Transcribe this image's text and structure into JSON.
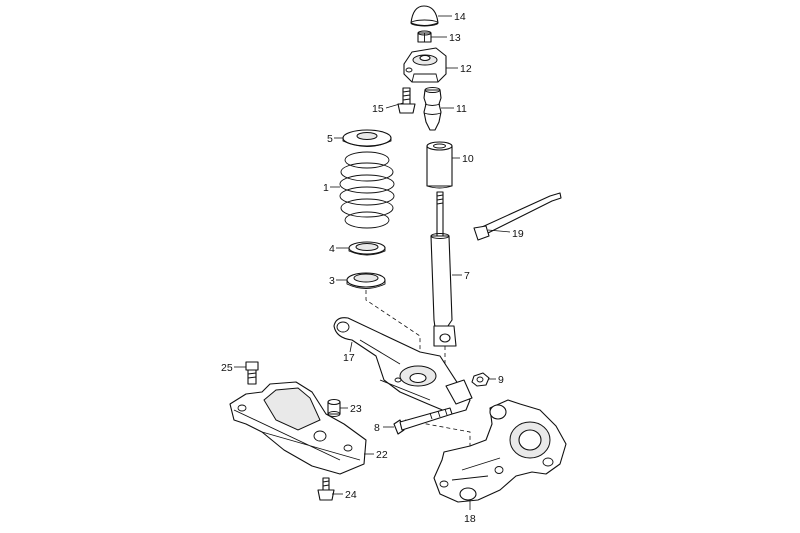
{
  "diagram": {
    "labels": [
      {
        "id": "1",
        "text": "1",
        "name": "callout-1-coil-spring"
      },
      {
        "id": "3",
        "text": "3",
        "name": "callout-3-lower-spring-seat"
      },
      {
        "id": "4",
        "text": "4",
        "name": "callout-4-spring-seat"
      },
      {
        "id": "5",
        "text": "5",
        "name": "callout-5-upper-spring-seat"
      },
      {
        "id": "7",
        "text": "7",
        "name": "callout-7-shock-absorber"
      },
      {
        "id": "8",
        "text": "8",
        "name": "callout-8-bolt"
      },
      {
        "id": "9",
        "text": "9",
        "name": "callout-9-nut"
      },
      {
        "id": "10",
        "text": "10",
        "name": "callout-10-protective-sleeve"
      },
      {
        "id": "11",
        "text": "11",
        "name": "callout-11-buffer"
      },
      {
        "id": "12",
        "text": "12",
        "name": "callout-12-mounting"
      },
      {
        "id": "13",
        "text": "13",
        "name": "callout-13-nut"
      },
      {
        "id": "14",
        "text": "14",
        "name": "callout-14-cap"
      },
      {
        "id": "15",
        "text": "15",
        "name": "callout-15-bolt"
      },
      {
        "id": "17",
        "text": "17",
        "name": "callout-17-control-arm"
      },
      {
        "id": "18",
        "text": "18",
        "name": "callout-18-wheel-bearing-housing"
      },
      {
        "id": "19",
        "text": "19",
        "name": "callout-19-stabilizer-link"
      },
      {
        "id": "22",
        "text": "22",
        "name": "callout-22-subframe-bracket"
      },
      {
        "id": "23",
        "text": "23",
        "name": "callout-23-bush"
      },
      {
        "id": "24",
        "text": "24",
        "name": "callout-24-bolt"
      },
      {
        "id": "25",
        "text": "25",
        "name": "callout-25-bolt"
      }
    ]
  }
}
